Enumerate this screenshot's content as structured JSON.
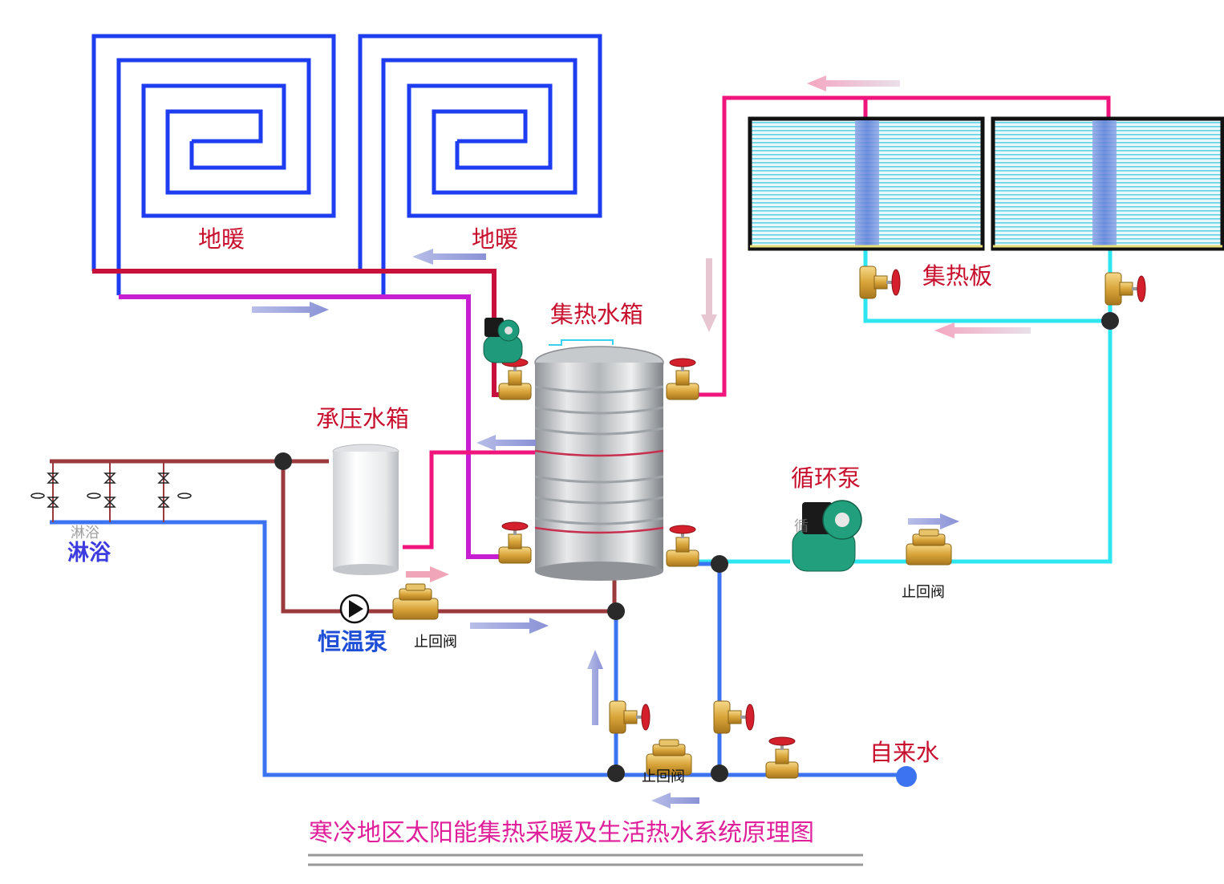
{
  "labels": {
    "floor_heating_left": "地暖",
    "floor_heating_right": "地暖",
    "collector_panel": "集热板",
    "collector_tank": "集热水箱",
    "pressure_tank": "承压水箱",
    "circulation_pump": "循环泵",
    "constant_temp_pump": "恒温泵",
    "check_valve_right": "止回阀",
    "check_valve_left": "止回阀",
    "check_valve_bottom": "止回阀",
    "shower": "淋浴",
    "shower_small": "淋浴",
    "tap_water": "自来水",
    "pump_fragment": "循"
  },
  "title": "寒冷地区太阳能集热采暖及生活热水系统原理图",
  "colors": {
    "label_red": "#c8102e",
    "title_pink": "#e0209a",
    "floor_loop_blue": "#1e3cf0",
    "hot_red": "#c8103c",
    "magenta": "#c81ed2",
    "pink": "#f0147d",
    "cyan": "#2ee6f0",
    "cold_blue": "#3c73f0",
    "brown": "#9a3a3e",
    "node": "#2a2a2a"
  }
}
